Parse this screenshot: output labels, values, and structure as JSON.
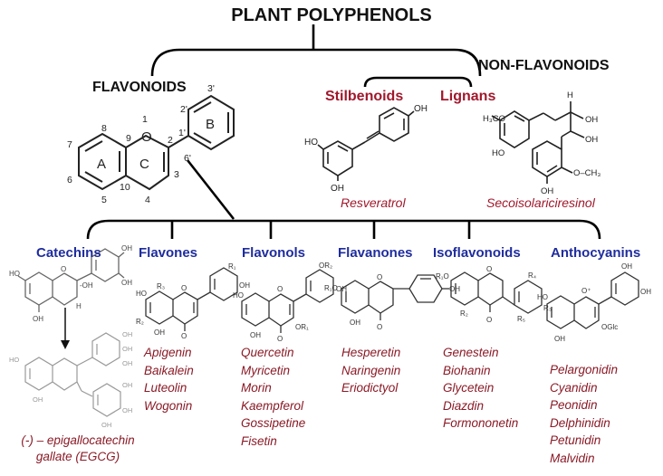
{
  "title": "PLANT POLYPHENOLS",
  "groups": {
    "flavonoids": "FLAVONOIDS",
    "non_flavonoids": "NON-FLAVONOIDS"
  },
  "non_flavonoid_classes": {
    "stilbenoids": {
      "label": "Stilbenoids",
      "example": "Resveratrol"
    },
    "lignans": {
      "label": "Lignans",
      "example": "Secoisolariciresinol"
    }
  },
  "core_structure": {
    "ring_labels": [
      "A",
      "B",
      "C"
    ],
    "position_labels": [
      "1",
      "2",
      "3",
      "4",
      "5",
      "6",
      "7",
      "8",
      "9",
      "10",
      "1'",
      "2'",
      "3'",
      "6'"
    ]
  },
  "subclasses": [
    {
      "key": "catechins",
      "label": "Catechins",
      "examples": [],
      "caption": [
        "(-) – epigallocatechin",
        "gallate (EGCG)"
      ]
    },
    {
      "key": "flavones",
      "label": "Flavones",
      "examples": [
        "Apigenin",
        "Baikalein",
        "Luteolin",
        "Wogonin"
      ]
    },
    {
      "key": "flavonols",
      "label": "Flavonols",
      "examples": [
        "Quercetin",
        "Myricetin",
        "Morin",
        "Kaempferol",
        "Gossipetine",
        "Fisetin"
      ]
    },
    {
      "key": "flavanones",
      "label": "Flavanones",
      "examples": [
        "Hesperetin",
        "Naringenin",
        "Eriodictyol"
      ]
    },
    {
      "key": "isoflavonoids",
      "label": "Isoflavonoids",
      "examples": [
        "Genestein",
        "Biohanin",
        "Glycetein",
        "Diazdin",
        "Formononetin"
      ]
    },
    {
      "key": "anthocyanins",
      "label": "Anthocyanins",
      "examples": [
        "Pelargonidin",
        "Cyanidin",
        "Peonidin",
        "Delphinidin",
        "Petunidin",
        "Malvidin"
      ]
    }
  ],
  "structure_labels": {
    "oh": "OH",
    "ho": "HO",
    "h3co": "H₃CO",
    "o_ch3": "O–CH₃",
    "o": "O",
    "h": "H",
    "r1": "R₁",
    "r2": "R₂",
    "r3": "R₃",
    "r4": "R₄",
    "r5": "R₅",
    "or1": "OR₁",
    "or2": "OR₂",
    "r1o": "R₁O",
    "r3o": "R₃O",
    "oglc": "OGlc",
    "o_plus": "O⁺",
    "minus_oh": "-OH"
  },
  "colors": {
    "black_heading": "#111111",
    "red_heading": "#a0182c",
    "blue_heading": "#1f2d9e",
    "example_text": "#8a1a26"
  }
}
